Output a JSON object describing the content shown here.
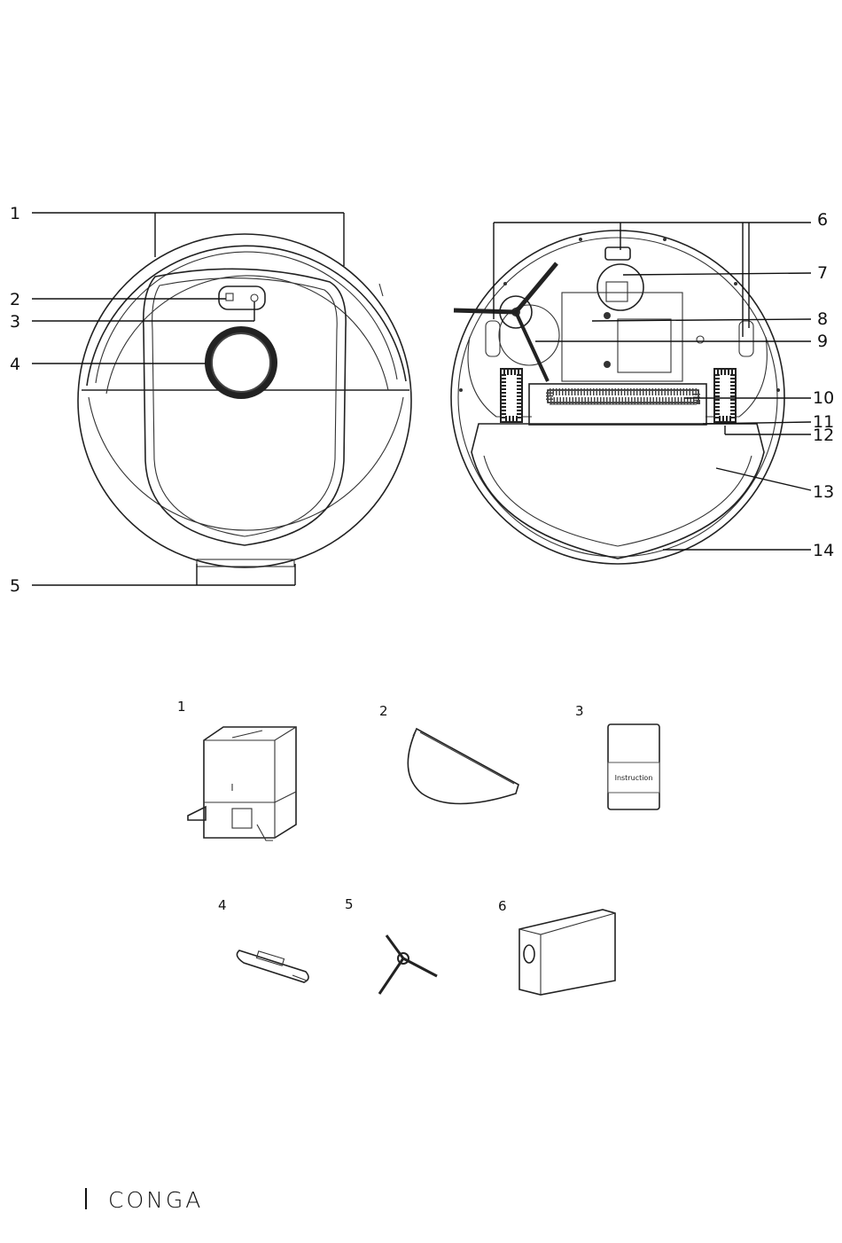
{
  "top_view": {
    "labels": [
      "1",
      "2",
      "3",
      "4",
      "5"
    ]
  },
  "bottom_view": {
    "labels": [
      "6",
      "7",
      "8",
      "9",
      "10",
      "11",
      "12",
      "13",
      "14"
    ]
  },
  "accessories": {
    "labels": [
      "1",
      "2",
      "3",
      "4",
      "5",
      "6"
    ],
    "manual_text": "Instruction"
  },
  "brand": {
    "name": "CONGA"
  }
}
